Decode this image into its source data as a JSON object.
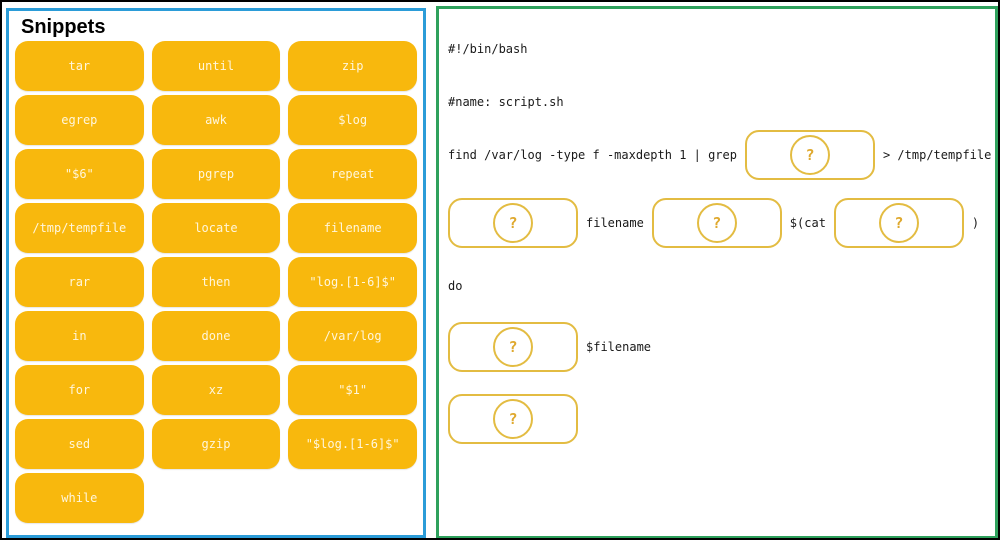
{
  "left_panel": {
    "title": "Snippets",
    "snippets": [
      "tar",
      "until",
      "zip",
      "egrep",
      "awk",
      "$log",
      "\"$6\"",
      "pgrep",
      "repeat",
      "/tmp/tempfile",
      "locate",
      "filename",
      "rar",
      "then",
      "\"log.[1-6]$\"",
      "in",
      "done",
      "/var/log",
      "for",
      "xz",
      "\"$1\"",
      "sed",
      "gzip",
      "\"$log.[1-6]$\"",
      "while"
    ]
  },
  "right_panel": {
    "blank_glyph": "?",
    "lines": [
      {
        "segments": [
          {
            "kind": "code",
            "text": "#!/bin/bash"
          }
        ]
      },
      {
        "segments": [
          {
            "kind": "code",
            "text": "#name: script.sh"
          }
        ]
      },
      {
        "segments": [
          {
            "kind": "code",
            "text": "find /var/log -type f -maxdepth 1 | grep"
          },
          {
            "kind": "blank"
          },
          {
            "kind": "code",
            "text": "> /tmp/tempfile"
          }
        ]
      },
      {
        "segments": [
          {
            "kind": "blank"
          },
          {
            "kind": "code",
            "text": "filename"
          },
          {
            "kind": "blank"
          },
          {
            "kind": "code",
            "text": "$(cat"
          },
          {
            "kind": "blank"
          },
          {
            "kind": "code",
            "text": ")"
          }
        ]
      },
      {
        "segments": [
          {
            "kind": "code",
            "text": "do"
          }
        ]
      },
      {
        "segments": [
          {
            "kind": "blank"
          },
          {
            "kind": "code",
            "text": "$filename"
          }
        ]
      },
      {
        "segments": [
          {
            "kind": "blank"
          }
        ]
      }
    ]
  },
  "colors": {
    "snippet_fill": "#F8B80D",
    "snippet_text": "#FFF6DC",
    "blank_border": "#E3BC42",
    "question_mark": "#DFA92F",
    "left_panel_border": "#2B9CD8",
    "right_panel_border": "#2EA15C",
    "frame_border": "#000000"
  }
}
